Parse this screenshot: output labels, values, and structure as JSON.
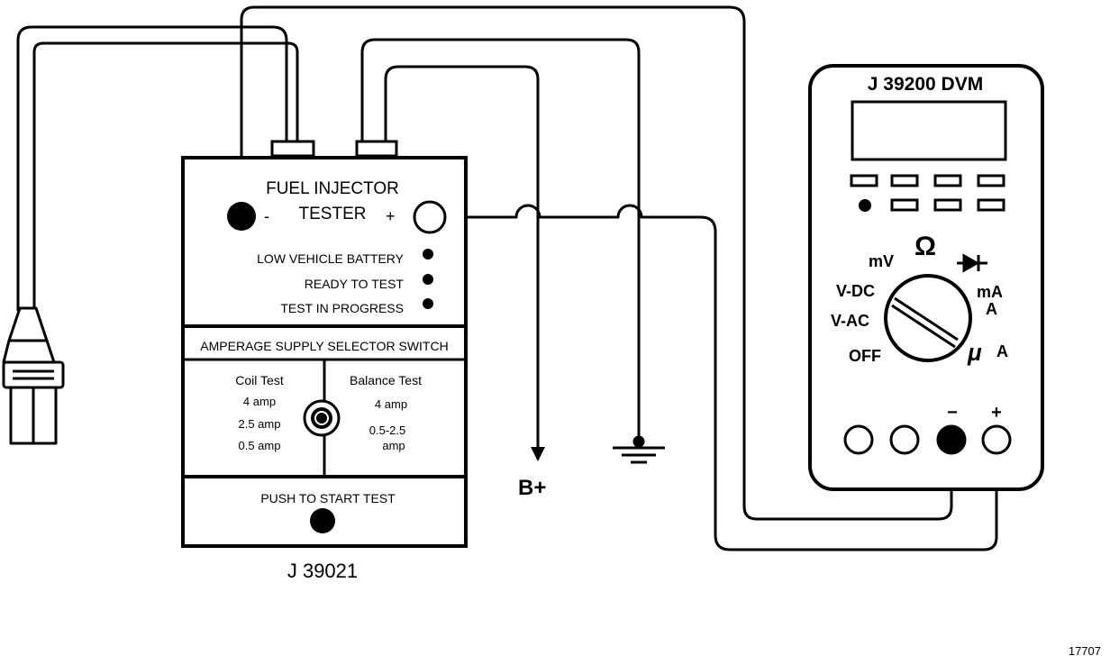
{
  "tester": {
    "title_line1": "FUEL INJECTOR",
    "title_line2": "TESTER",
    "minus": "-",
    "plus": "+",
    "indicators": [
      "LOW VEHICLE BATTERY",
      "READY TO TEST",
      "TEST IN PROGRESS"
    ],
    "selector_header": "AMPERAGE SUPPLY SELECTOR SWITCH",
    "coil_test": {
      "title": "Coil Test",
      "options": [
        "4 amp",
        "2.5 amp",
        "0.5 amp"
      ]
    },
    "balance_test": {
      "title": "Balance Test",
      "options": [
        "4 amp",
        "0.5-2.5",
        "amp"
      ]
    },
    "push_label": "PUSH TO START TEST",
    "model": "J 39021"
  },
  "dvm": {
    "model": "J 39200 DVM",
    "dial_labels": {
      "mv": "mV",
      "ohm": "Ω",
      "vdc": "V-DC",
      "vac": "V-AC",
      "off": "OFF",
      "ma": "mA",
      "a": "A",
      "ua_mu": "μ",
      "ua_a": "A"
    },
    "jack_minus": "−",
    "jack_plus": "+"
  },
  "supply_label": "B+",
  "figure_number": "17707"
}
